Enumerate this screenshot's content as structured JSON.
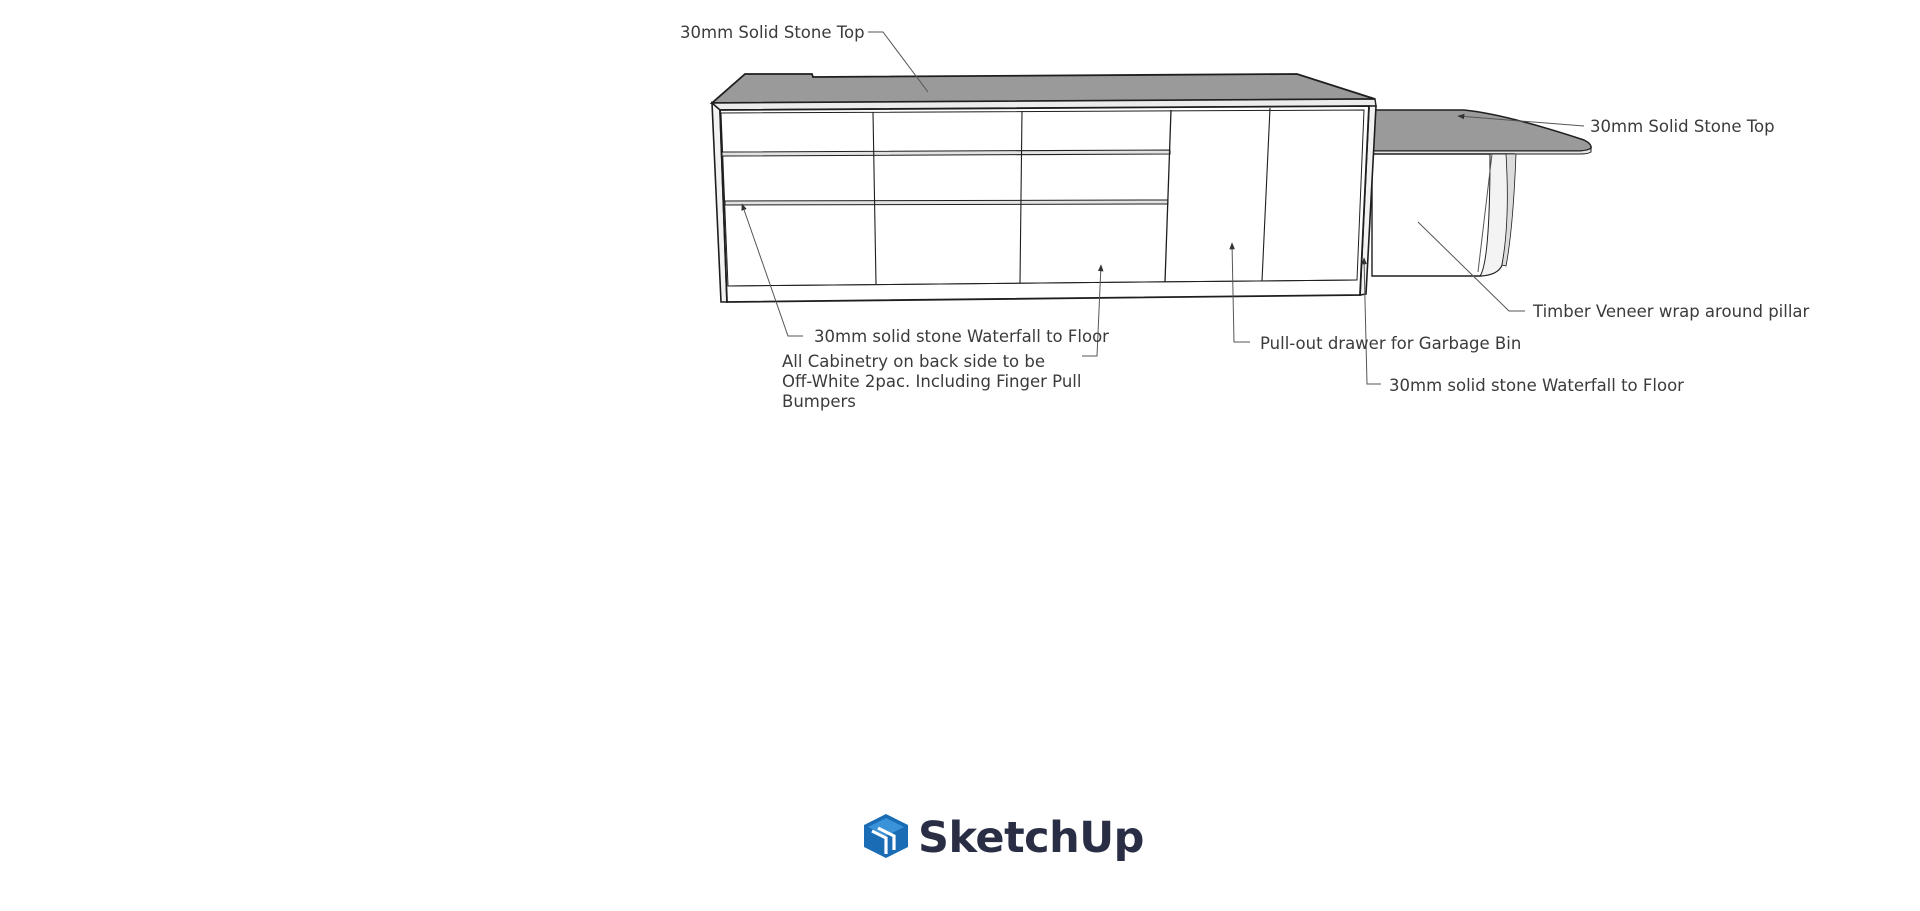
{
  "annotations": {
    "top_left_stone": "30mm Solid Stone Top",
    "top_right_stone": "30mm Solid Stone Top",
    "timber_veneer": "Timber Veneer wrap around pillar",
    "garbage_drawer": "Pull-out drawer for Garbage Bin",
    "waterfall_left": "30mm solid stone Waterfall to Floor",
    "waterfall_right": "30mm solid stone Waterfall to Floor",
    "cabinetry_note": [
      "All Cabinetry on back side to be",
      "Off-White 2pac. Including Finger Pull",
      "Bumpers"
    ]
  },
  "logo": {
    "text": "SketchUp",
    "icon": "sketchup-logo-icon",
    "color": "#2a2e45",
    "icon_color": "#1a6cb5"
  },
  "colors": {
    "stone_top": "#9a9a9a",
    "cabinet_face": "#ffffff",
    "outline": "#1e1e1e",
    "leader": "#555555"
  }
}
